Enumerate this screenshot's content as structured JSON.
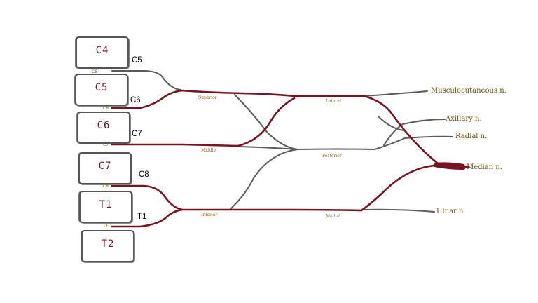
{
  "vertebrae": [
    {
      "id": "c4",
      "label": "C4"
    },
    {
      "id": "c5",
      "label": "C5"
    },
    {
      "id": "c6",
      "label": "C6"
    },
    {
      "id": "c7",
      "label": "C7"
    },
    {
      "id": "t1",
      "label": "T1"
    },
    {
      "id": "t2",
      "label": "T2"
    }
  ],
  "roots": [
    {
      "id": "c5",
      "label": "C5",
      "small": "C5"
    },
    {
      "id": "c6",
      "label": "C6",
      "small": "C6"
    },
    {
      "id": "c7",
      "label": "C7",
      "small": "C7"
    },
    {
      "id": "c8",
      "label": "C8",
      "small": "C8"
    },
    {
      "id": "t1",
      "label": "T1",
      "small": "T1"
    }
  ],
  "trunks": {
    "superior": "Superior",
    "middle": "Middle",
    "inferior": "Inferior"
  },
  "cords": {
    "lateral": "Lateral",
    "posterior": "Posterior",
    "medial": "Medial"
  },
  "nerves": {
    "musculocutaneous": "Musculocutaneous n.",
    "axillary": "Axillary n.",
    "radial": "Radial n.",
    "median": "Median n.",
    "ulnar": "Ulnar n."
  },
  "colors": {
    "highlight": "#7a1320",
    "nerve_gray": "#5a5a5a",
    "label_gold": "#6a5312"
  }
}
